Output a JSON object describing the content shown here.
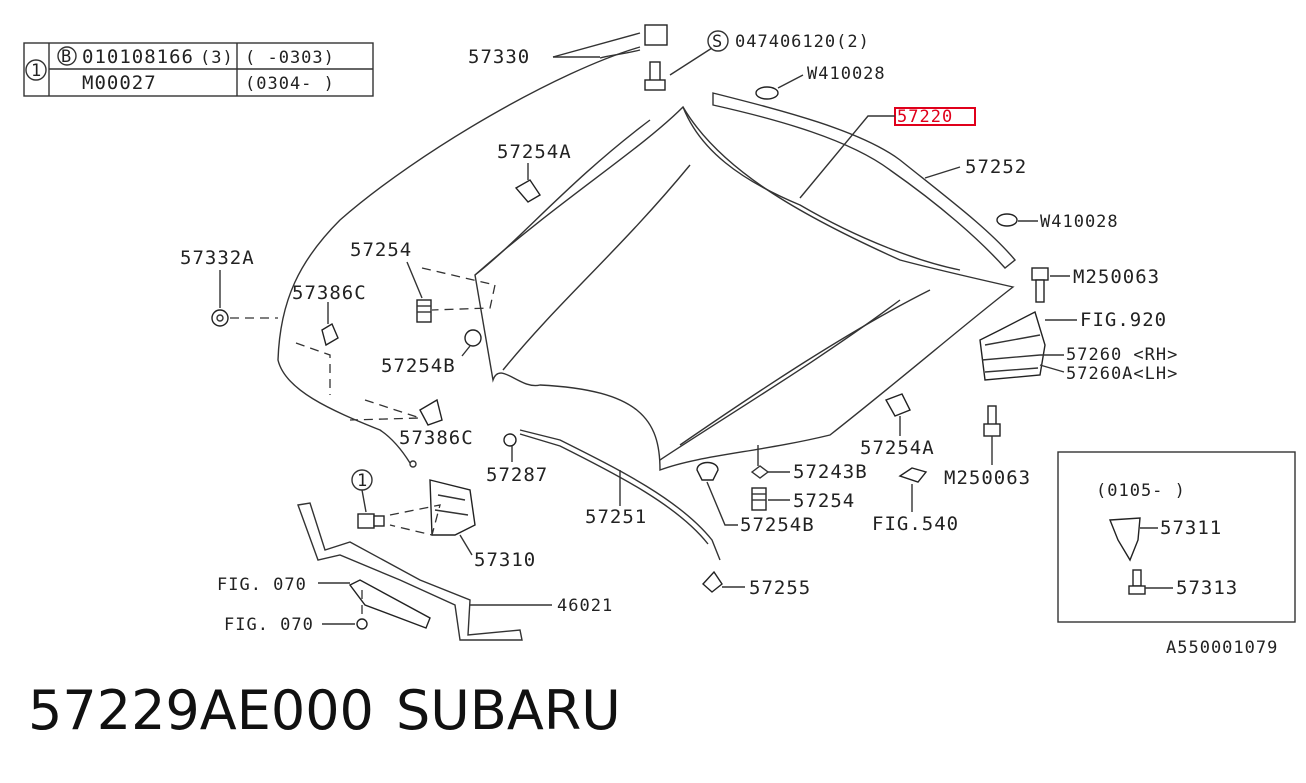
{
  "footnote_table": {
    "ref": "1",
    "row1": {
      "marker": "B",
      "part": "010108166",
      "qty": "(3)",
      "range": "( -0303)"
    },
    "row2": {
      "part": "M00027",
      "range": "(0304- )"
    }
  },
  "labels": {
    "l57330": "57330",
    "l047406120": "047406120(2)",
    "l047406120_marker": "S",
    "lW410028a": "W410028",
    "l57220": "57220",
    "l57252": "57252",
    "lW410028b": "W410028",
    "lM250063a": "M250063",
    "lFIG920": "FIG.920",
    "l57260": "57260 <RH>",
    "l57260A": "57260A<LH>",
    "l57254A_top": "57254A",
    "l57254_left": "57254",
    "l57332A": "57332A",
    "l57386C_top": "57386C",
    "l57254B_left": "57254B",
    "l57386C_bottom": "57386C",
    "l57287": "57287",
    "l57254A_right": "57254A",
    "l57243B": "57243B",
    "l57254_mid": "57254",
    "lM250063b": "M250063",
    "l57251": "57251",
    "l57254B_bottom": "57254B",
    "lFIG540": "FIG.540",
    "l57310": "57310",
    "lCallout1": "1",
    "lFIG070a": "FIG. 070",
    "lFIG070b": "FIG. 070",
    "l46021": "46021",
    "l57255": "57255",
    "inset_range": "(0105-        )",
    "l57311": "57311",
    "l57313": "57313",
    "diagram_code": "A550001079"
  },
  "highlight_color": "#e0001b",
  "title": {
    "part_number": "57229AE000",
    "brand": "SUBARU"
  }
}
